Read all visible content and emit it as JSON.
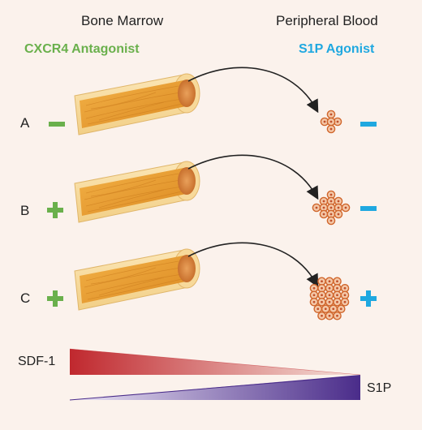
{
  "headers": {
    "left": "Bone Marrow",
    "right": "Peripheral Blood",
    "left_sub": "CXCR4 Antagonist",
    "right_sub": "S1P Agonist"
  },
  "rows": [
    {
      "label": "A",
      "cxcr4": "−",
      "s1p": "−",
      "cells": 5
    },
    {
      "label": "B",
      "cxcr4": "+",
      "s1p": "−",
      "cells": 13
    },
    {
      "label": "C",
      "cxcr4": "+",
      "s1p": "+",
      "cells": 25
    }
  ],
  "gradients": {
    "top_label": "SDF-1",
    "bottom_label": "S1P"
  },
  "colors": {
    "background": "#fbf2ec",
    "cxcr4_green": "#6ab04c",
    "s1p_blue": "#1fa8e0",
    "sdf1_red": "#c0282e",
    "s1p_purple": "#4a2c8a",
    "bone_outer": "#f7dca0",
    "bone_marrow": "#e89a2c",
    "cell": "#e07a3f"
  }
}
